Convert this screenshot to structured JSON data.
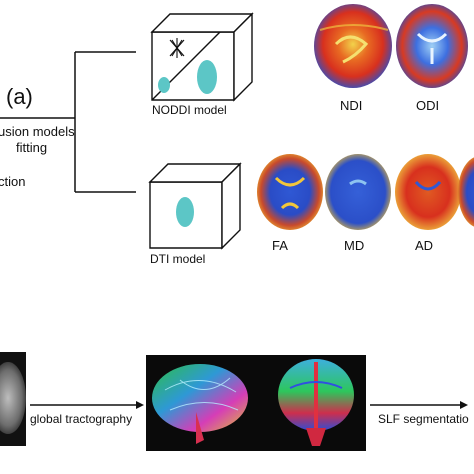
{
  "panel": {
    "label": "(a)"
  },
  "left_text": {
    "line1": "usion models",
    "line2": "fitting",
    "line3": "ction"
  },
  "models": {
    "noddi": {
      "label": "NODDI model",
      "maps": [
        "NDI",
        "ODI"
      ]
    },
    "dti": {
      "label": "DTI model",
      "maps": [
        "FA",
        "MD",
        "AD"
      ]
    }
  },
  "bottom": {
    "step1": "global tractography",
    "step2": "SLF segmentatio"
  },
  "colors": {
    "ellipse": "#5cc6c6",
    "line": "#111111",
    "map_blue": "#1f4fd0",
    "map_red": "#d8301e",
    "map_yellow": "#f0d040"
  }
}
